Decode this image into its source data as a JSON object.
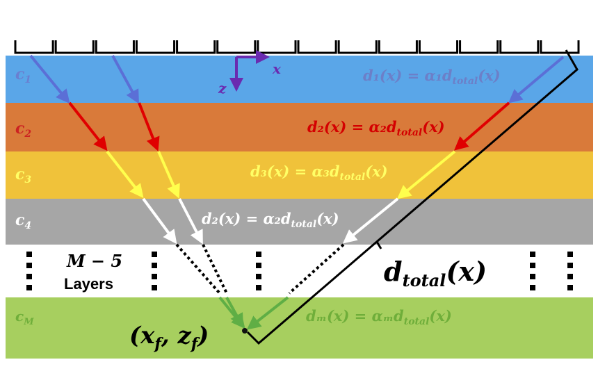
{
  "layers": [
    {
      "label": "c",
      "sub": "1",
      "color": "#5aa6e8",
      "label_color": "#6a7fd0",
      "eq": "d₁(x) = α₁d",
      "eq_sub": "total",
      "eq_tail": "(x)",
      "eq_color": "#6c7fc8"
    },
    {
      "label": "c",
      "sub": "2",
      "color": "#d97a3a",
      "label_color": "#cc2222",
      "eq": "d₂(x) = α₂d",
      "eq_sub": "total",
      "eq_tail": "(x)",
      "eq_color": "#d40000"
    },
    {
      "label": "c",
      "sub": "3",
      "color": "#f0c23a",
      "label_color": "#ffff66",
      "eq": "d₃(x) = α₃d",
      "eq_sub": "total",
      "eq_tail": "(x)",
      "eq_color": "#ffff66"
    },
    {
      "label": "c",
      "sub": "4",
      "color": "#a6a6a6",
      "label_color": "#ffffff",
      "eq": "d₂(x) = α₂d",
      "eq_sub": "total",
      "eq_tail": "(x)",
      "eq_color": "#ffffff"
    },
    {
      "label": "c",
      "sub": "M",
      "color": "#a7cf5f",
      "label_color": "#6fae3a",
      "eq": "dₘ(x) = αₘd",
      "eq_sub": "total",
      "eq_tail": "(x)",
      "eq_color": "#6fae3a"
    }
  ],
  "middle_text_1": "M − 5",
  "middle_text_2": "Layers",
  "axis_x": "x",
  "axis_z": "z",
  "dtotal_main": "d",
  "dtotal_sub": "total",
  "dtotal_tail": "(x)",
  "focus_label": "(x",
  "focus_sub1": "f",
  "focus_mid": ", z",
  "focus_sub2": "f",
  "focus_tail": ")",
  "colors": {
    "blue_arrow": "#5b6fd6",
    "red_arrow": "#e00000",
    "yellow_arrow": "#ffff4d",
    "white_arrow": "#ffffff",
    "green_arrow": "#5fae45",
    "axis": "#6a2bb0"
  }
}
